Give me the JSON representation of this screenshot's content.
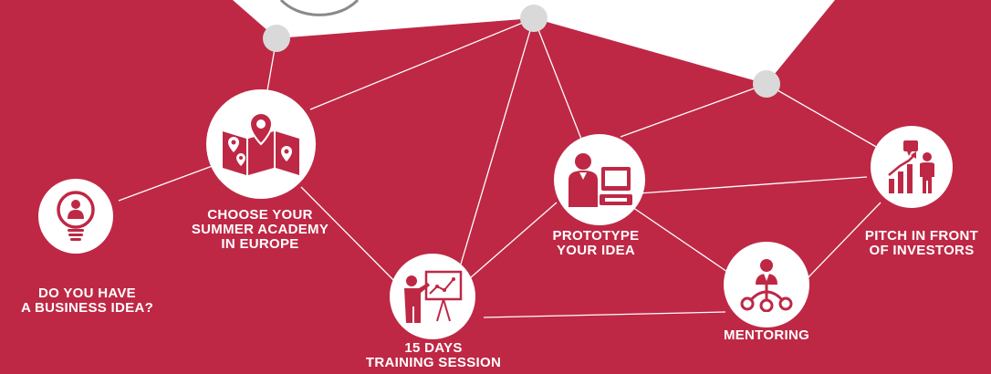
{
  "colors": {
    "background": "#be2845",
    "node": "#ffffff",
    "accent": "#be2845",
    "connector": "#ffffff",
    "junction": "#d9d9d9"
  },
  "steps": [
    {
      "icon": "lightbulb-person-icon",
      "label_lines": [
        "DO YOU HAVE",
        "A BUSINESS IDEA?"
      ]
    },
    {
      "icon": "map-pins-icon",
      "label_lines": [
        "CHOOSE YOUR",
        "SUMMER ACADEMY",
        "IN EUROPE"
      ]
    },
    {
      "icon": "presenter-chart-icon",
      "label_lines": [
        "15 DAYS",
        "TRAINING SESSION"
      ]
    },
    {
      "icon": "person-computer-icon",
      "label_lines": [
        "PROTOTYPE",
        "YOUR IDEA"
      ]
    },
    {
      "icon": "network-person-icon",
      "label_lines": [
        "MENTORING"
      ]
    },
    {
      "icon": "growth-chart-person-icon",
      "label_lines": [
        "PITCH IN FRONT",
        "OF INVESTORS"
      ]
    }
  ]
}
